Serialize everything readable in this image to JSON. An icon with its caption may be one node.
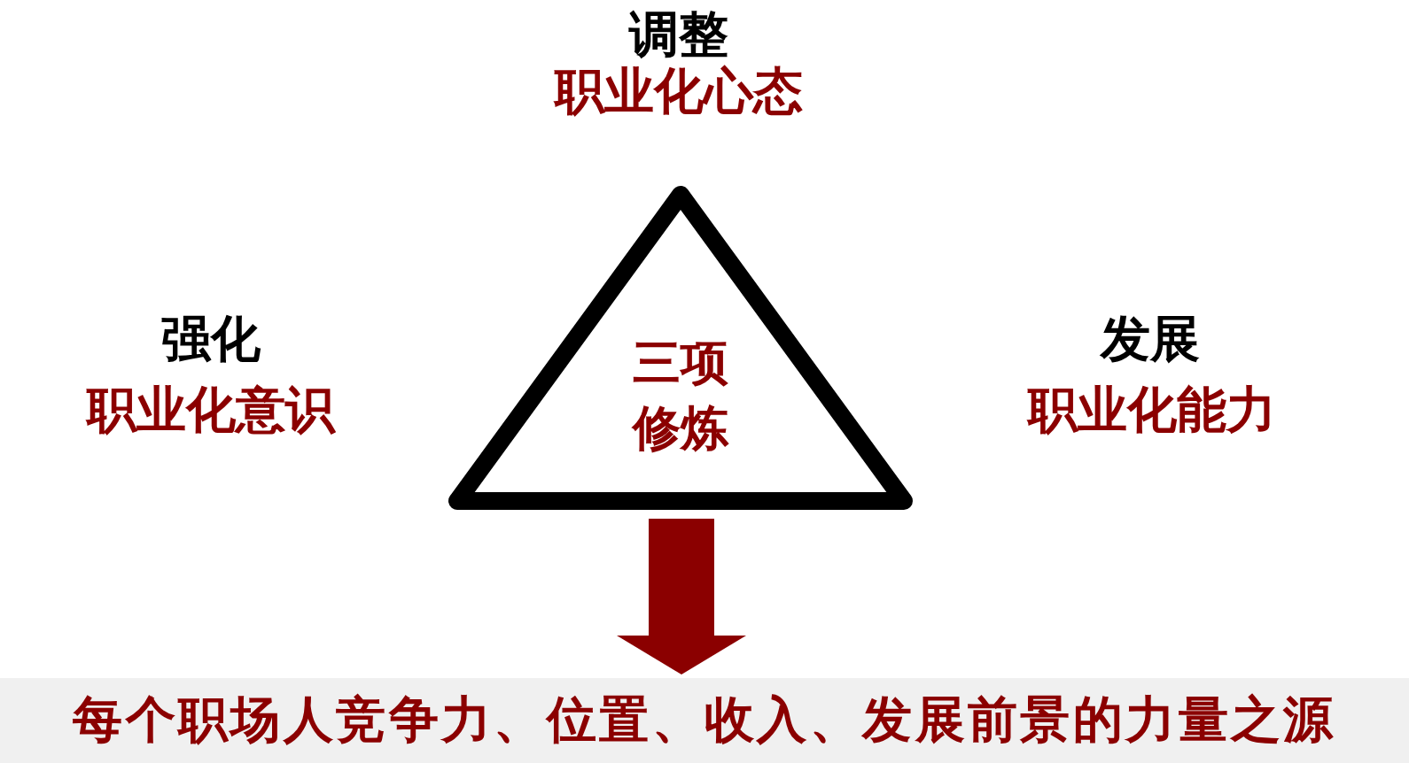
{
  "diagram": {
    "nodes": [
      {
        "text": [
          "三项修炼"
        ]
      },
      {
        "text": [
          "每个职场人竞争力、位置、收入、发展前景的力量之源"
        ]
      }
    ],
    "edges": [
      {
        "from": 0,
        "to": 1,
        "arrow": "to"
      }
    ],
    "labels": [
      "调整",
      "职业化心态",
      "强化",
      "职业化意识",
      "发展",
      "职业化能力"
    ]
  }
}
